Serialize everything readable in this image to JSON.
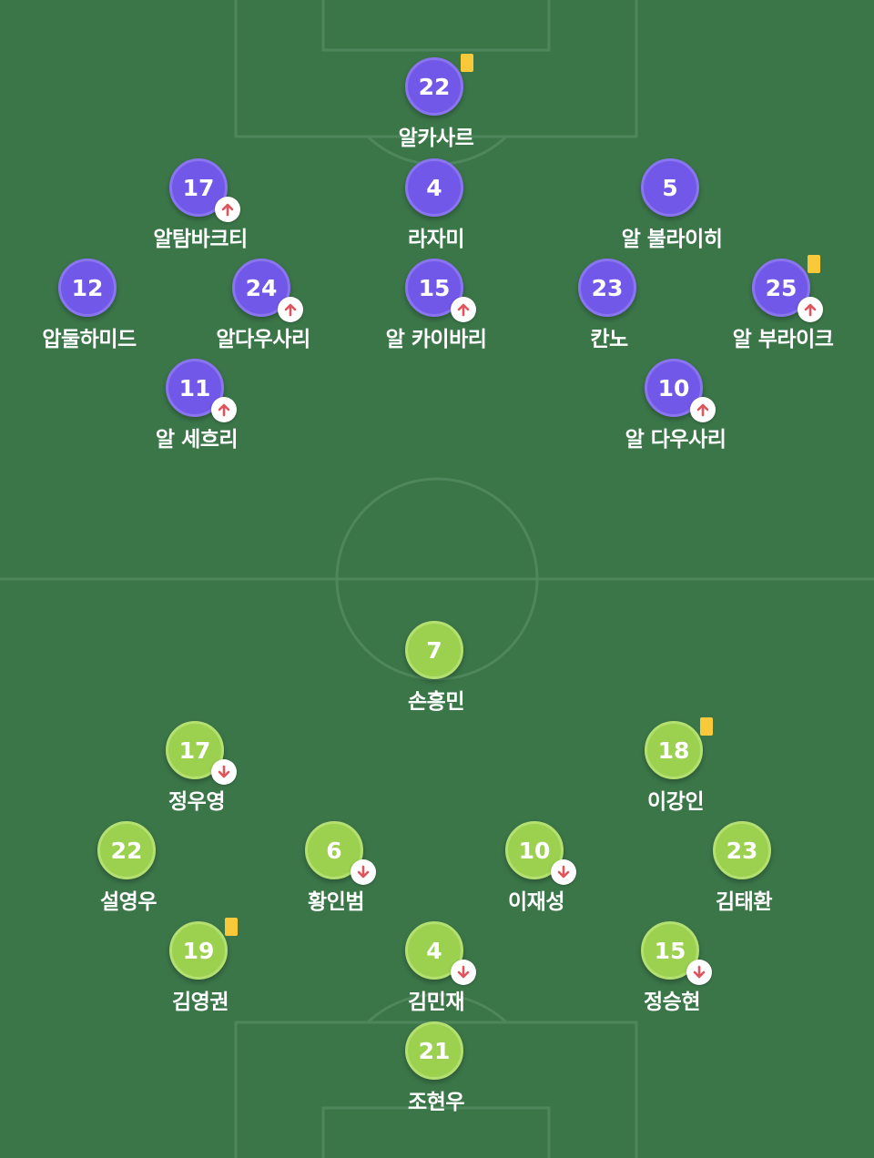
{
  "colors": {
    "pitch": "#3b7649",
    "lines": "#4e875b",
    "away_team": "#7258e8",
    "home_team": "#9bd14f",
    "yellow_card": "#f9c93a",
    "sub_arrow": "#e0555c"
  },
  "icons": {
    "sub_on": "arrow-up-icon",
    "sub_off": "arrow-down-icon",
    "card": "yellow-card-icon"
  },
  "away": {
    "players": [
      {
        "number": "22",
        "name": "알카사르",
        "card": "yellow",
        "sub": null
      },
      {
        "number": "17",
        "name": "알탐바크티",
        "card": null,
        "sub": "on"
      },
      {
        "number": "4",
        "name": "라자미",
        "card": null,
        "sub": null
      },
      {
        "number": "5",
        "name": "알 불라이히",
        "card": null,
        "sub": null
      },
      {
        "number": "12",
        "name": "압둘하미드",
        "card": null,
        "sub": null
      },
      {
        "number": "24",
        "name": "알다우사리",
        "card": null,
        "sub": "on"
      },
      {
        "number": "15",
        "name": "알 카이바리",
        "card": null,
        "sub": "on"
      },
      {
        "number": "23",
        "name": "칸노",
        "card": null,
        "sub": null
      },
      {
        "number": "25",
        "name": "알 부라이크",
        "card": "yellow",
        "sub": "on"
      },
      {
        "number": "11",
        "name": "알 세흐리",
        "card": null,
        "sub": "on"
      },
      {
        "number": "10",
        "name": "알 다우사리",
        "card": null,
        "sub": "on"
      }
    ]
  },
  "home": {
    "players": [
      {
        "number": "7",
        "name": "손흥민",
        "card": null,
        "sub": null
      },
      {
        "number": "17",
        "name": "정우영",
        "card": null,
        "sub": "off"
      },
      {
        "number": "18",
        "name": "이강인",
        "card": "yellow",
        "sub": null
      },
      {
        "number": "22",
        "name": "설영우",
        "card": null,
        "sub": null
      },
      {
        "number": "6",
        "name": "황인범",
        "card": null,
        "sub": "off"
      },
      {
        "number": "10",
        "name": "이재성",
        "card": null,
        "sub": "off"
      },
      {
        "number": "23",
        "name": "김태환",
        "card": null,
        "sub": null
      },
      {
        "number": "19",
        "name": "김영권",
        "card": "yellow",
        "sub": null
      },
      {
        "number": "4",
        "name": "김민재",
        "card": null,
        "sub": "off"
      },
      {
        "number": "15",
        "name": "정승현",
        "card": null,
        "sub": "off"
      },
      {
        "number": "21",
        "name": "조현우",
        "card": null,
        "sub": null
      }
    ]
  }
}
